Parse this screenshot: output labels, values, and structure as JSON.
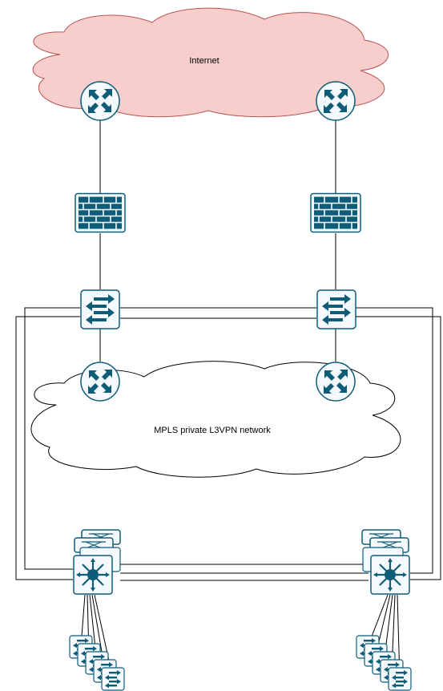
{
  "clouds": {
    "internet": {
      "label": "Internet",
      "fill": "#f8cecc"
    },
    "mpls": {
      "label": "MPLS private L3VPN network",
      "fill": "#ffffff"
    }
  },
  "colors": {
    "device_blue": "#0f5c78",
    "device_fill": "#f3f9fc",
    "line": "#000000",
    "outline": "#000000"
  },
  "nodes": {
    "edge_router_left": {
      "icon": "router-icon"
    },
    "edge_router_right": {
      "icon": "router-icon"
    },
    "firewall_left": {
      "icon": "firewall-icon"
    },
    "firewall_right": {
      "icon": "firewall-icon"
    },
    "switch_left": {
      "icon": "switch-icon"
    },
    "switch_right": {
      "icon": "switch-icon"
    },
    "mpls_router_left": {
      "icon": "router-icon"
    },
    "mpls_router_right": {
      "icon": "router-icon"
    },
    "core_switch_left": {
      "icon": "core-switch-stack-icon"
    },
    "core_switch_right": {
      "icon": "core-switch-stack-icon"
    },
    "access_switches_left": {
      "icon": "access-switch-icon",
      "count": 5
    },
    "access_switches_right": {
      "icon": "access-switch-icon",
      "count": 5
    }
  }
}
